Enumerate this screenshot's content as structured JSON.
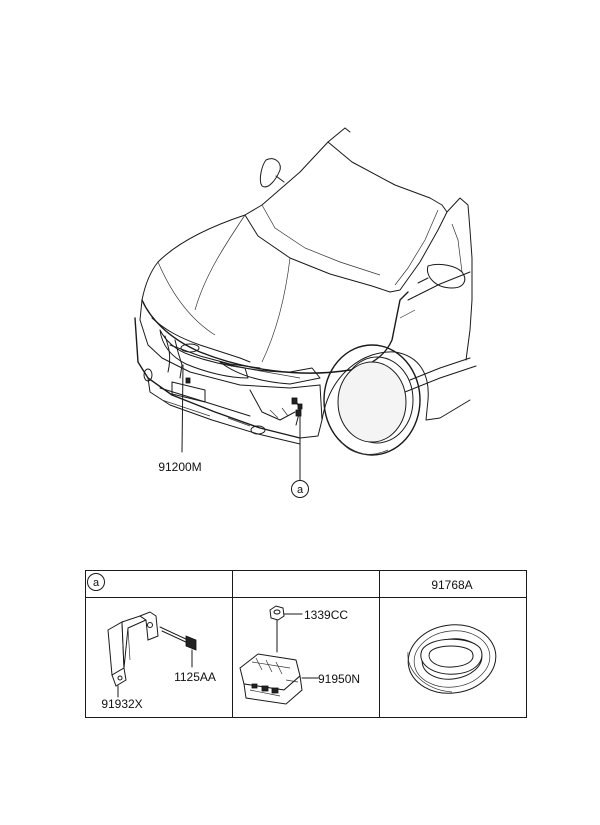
{
  "diagram": {
    "main_callouts": {
      "harness": "91200M",
      "detail_marker": "a"
    },
    "table": {
      "col1_marker": "a",
      "col2_header": "",
      "col3_header": "91768A",
      "parts": {
        "bracket": "91932X",
        "bolt": "1125AA",
        "nut": "1339CC",
        "module": "91950N"
      }
    }
  }
}
